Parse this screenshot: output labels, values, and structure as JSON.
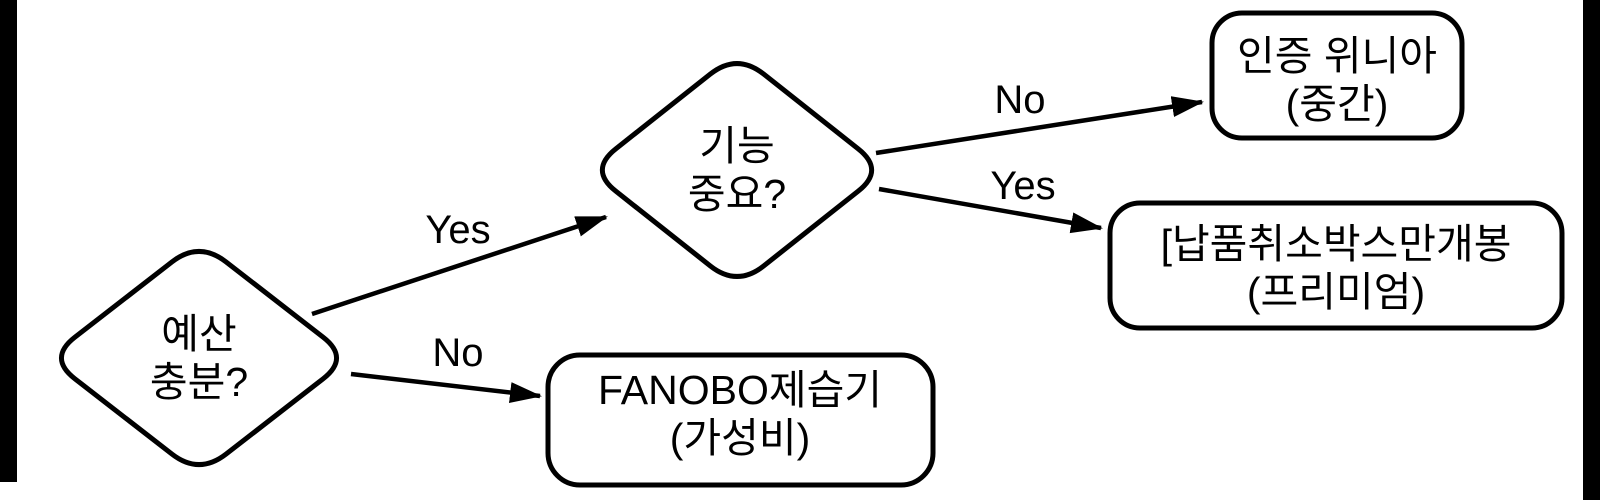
{
  "diagram": {
    "type": "flowchart",
    "background_color": "#ffffff",
    "stroke_color": "#000000",
    "frame_bar_color": "#000000",
    "nodes": {
      "budget_decision": {
        "shape": "diamond",
        "line1": "예산",
        "line2": "충분?"
      },
      "feature_decision": {
        "shape": "diamond",
        "line1": "기능",
        "line2": "중요?"
      },
      "outcome_mid": {
        "shape": "rounded-box",
        "line1": "인증 위니아",
        "line2": "(중간)"
      },
      "outcome_premium": {
        "shape": "rounded-box",
        "line1": "[납품취소박스만개봉",
        "line2": "(프리미엄)"
      },
      "outcome_value": {
        "shape": "rounded-box",
        "line1": "FANOBO제습기",
        "line2": "(가성비)"
      }
    },
    "edges": {
      "budget_yes": {
        "label": "Yes",
        "from": "budget_decision",
        "to": "feature_decision"
      },
      "budget_no": {
        "label": "No",
        "from": "budget_decision",
        "to": "outcome_value"
      },
      "feature_no": {
        "label": "No",
        "from": "feature_decision",
        "to": "outcome_mid"
      },
      "feature_yes": {
        "label": "Yes",
        "from": "feature_decision",
        "to": "outcome_premium"
      }
    }
  }
}
